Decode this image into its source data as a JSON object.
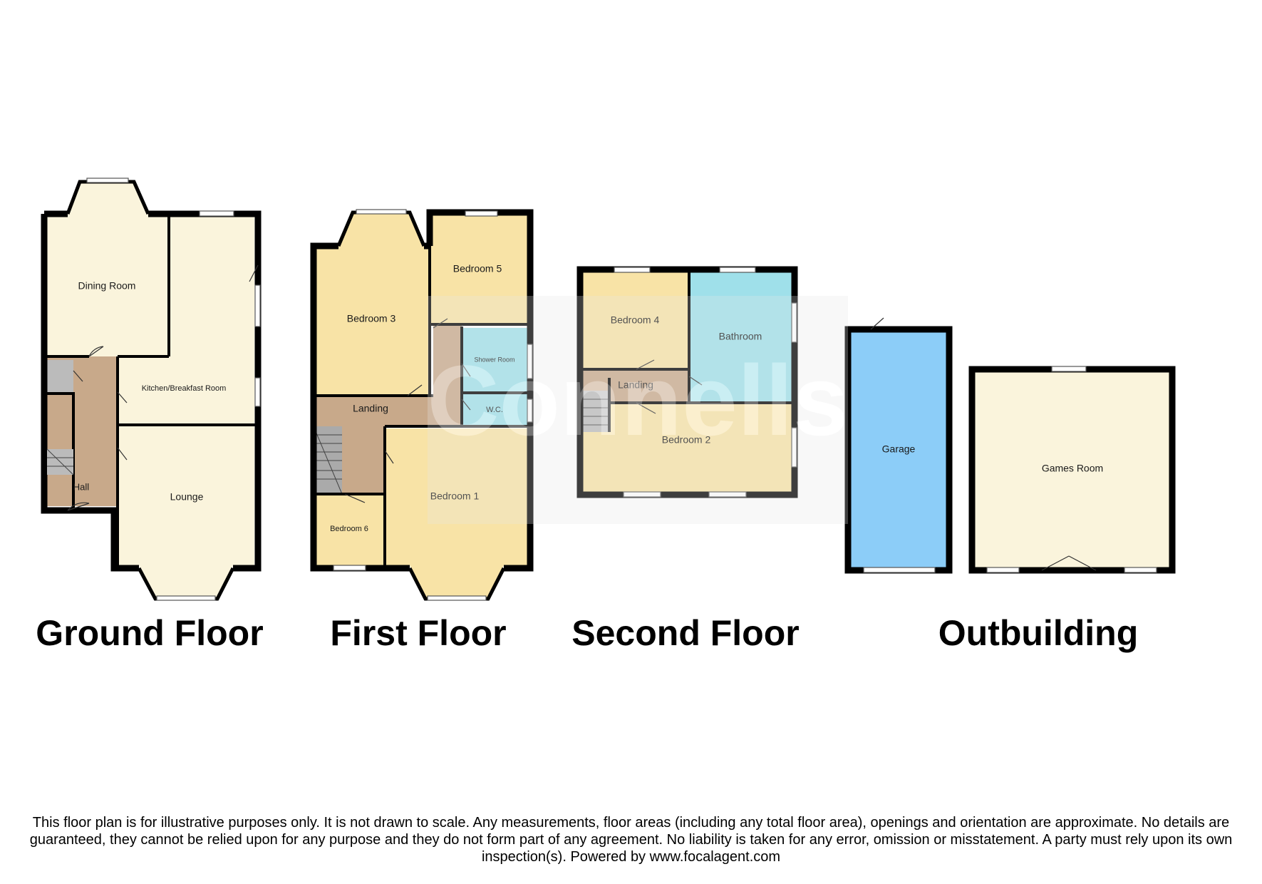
{
  "watermark": "Connells",
  "floors": [
    {
      "title": "Ground Floor",
      "rooms": {
        "dining": "Dining Room",
        "kitchen": "Kitchen/Breakfast Room",
        "hall": "Hall",
        "lounge": "Lounge"
      }
    },
    {
      "title": "First Floor",
      "rooms": {
        "bedroom3": "Bedroom 3",
        "bedroom5": "Bedroom 5",
        "shower": "Shower Room",
        "wc": "W.C.",
        "landing": "Landing",
        "bedroom1": "Bedroom 1",
        "bedroom6": "Bedroom 6"
      }
    },
    {
      "title": "Second Floor",
      "rooms": {
        "bedroom4": "Bedroom 4",
        "bathroom": "Bathroom",
        "landing": "Landing",
        "bedroom2": "Bedroom 2"
      }
    },
    {
      "title": "Outbuilding",
      "rooms": {
        "garage": "Garage",
        "games": "Games Room"
      }
    }
  ],
  "disclaimer": "This floor plan is for illustrative purposes only. It is not drawn to scale. Any measurements, floor areas (including any total floor area), openings and orientation are approximate. No details are guaranteed, they cannot be relied upon for any purpose and they do not form part of any agreement. No liability is taken for any error, omission or misstatement. A party must rely upon its own inspection(s). Powered by www.focalagent.com",
  "colors": {
    "cream": "#faf4dc",
    "tan": "#c8a98a",
    "yellow": "#f8e3a6",
    "cyan": "#9fe0ea",
    "garage": "#8ccdf8",
    "grey": "#bbbbbb",
    "wall": "#000000"
  }
}
